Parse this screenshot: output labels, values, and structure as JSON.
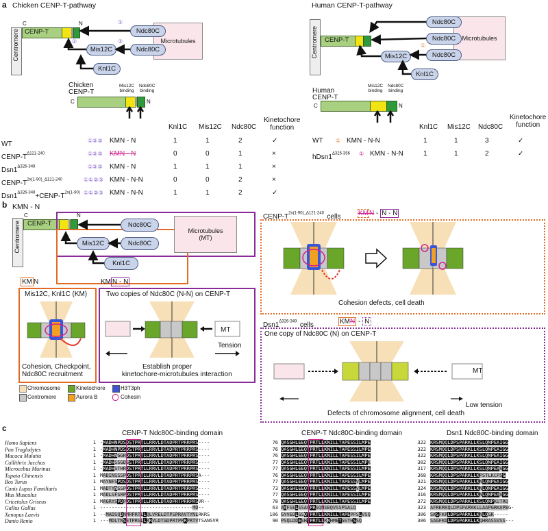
{
  "panel_a": {
    "label": "a",
    "chicken_title": "Chicken CENP-T-pathway",
    "human_title": "Human CENP-T-pathway",
    "centromere": "Centromere",
    "cenpt": "CENP-T",
    "c": "C",
    "n": "N",
    "ndc80c": "Ndc80C",
    "mis12c": "Mis12C",
    "knl1c": "Knl1C",
    "microtubules": "Microtubules",
    "circ1": "①",
    "circ2": "②",
    "circ3": "③",
    "chicken_cenpt_label1": "Chicken",
    "chicken_cenpt_label2": "CENP-T",
    "human_cenpt_label1": "Human",
    "human_cenpt_label2": "CENP-T",
    "mis12c_binding1": "Mis12C",
    "mis12c_binding2": "binding",
    "ndc80c_binding1": "Ndc80C",
    "ndc80c_binding2": "binding",
    "col_knl1c": "Knl1C",
    "col_mis12c": "Mis12C",
    "col_ndc80c": "Ndc80C",
    "col_kf1": "Kinetochore",
    "col_kf2": "function",
    "chicken_rows": [
      {
        "name": "WT",
        "sup": "",
        "circles": "①②③",
        "kmn": "KMN - N",
        "knl1c": "1",
        "mis12c": "1",
        "ndc80c": "2",
        "func": "✓"
      },
      {
        "name": "CENP-T",
        "sup": "Δ121-240",
        "circles": "①②③",
        "kmn": "KMN - N",
        "knl1c": "0",
        "mis12c": "0",
        "ndc80c": "1",
        "func": "×"
      },
      {
        "name": "Dsn1",
        "sup": "Δ326-349",
        "circles": "①②③",
        "kmn": "KMN - N",
        "knl1c": "1",
        "mis12c": "1",
        "ndc80c": "1",
        "func": "×"
      },
      {
        "name": "CENP-T",
        "sup": "2x(1-90)_Δ121-240",
        "circles": "①①②③",
        "kmn": "KMN - N-N",
        "knl1c": "0",
        "mis12c": "0",
        "ndc80c": "2",
        "func": "×"
      },
      {
        "name": "Dsn1",
        "sup": "Δ326-349",
        "name2": "+CENP-T",
        "sup2": "2x(1-90)",
        "circles": "①①②③",
        "kmn": "KMN - N-N",
        "knl1c": "1",
        "mis12c": "1",
        "ndc80c": "2",
        "func": "✓"
      }
    ],
    "human_rows": [
      {
        "name": "WT",
        "sup": "",
        "circles": "①",
        "kmn": "KMN - N-N",
        "knl1c": "1",
        "mis12c": "1",
        "ndc80c": "3",
        "func": "✓"
      },
      {
        "name": "hDsn1",
        "sup": "Δ325-356",
        "circles": "①",
        "kmn": "KMN - N-N",
        "knl1c": "1",
        "mis12c": "1",
        "ndc80c": "2",
        "func": "✓"
      }
    ]
  },
  "panel_b": {
    "label": "b",
    "title": "KMN - N",
    "microtubules1": "Microtubules",
    "microtubules2": "(MT)",
    "km_title_a": "KM",
    "km_title_b": "N - N",
    "kmnn_title_a": "KM",
    "kmnn_title_b": "N - N",
    "km_desc": "Mis12C, Knl1C (KM)",
    "km_caption1": "Cohesion, Checkpoint,",
    "km_caption2": "Ndc80C recruitment",
    "nn_desc": "Two copies of Ndc80C (N-N) on CENP-T",
    "mt": "MT",
    "tension": "Tension",
    "establish1": "Establish proper",
    "establish2": "kinetochore-microtubules interaction",
    "cenpt_cells": "CENP-T",
    "cenpt_cells_sup": "2x(1-90)_Δ121-240",
    "cells": "cells",
    "cohesion_defects": "Cohesion defects, cell death",
    "dsn1_cells": "Dsn1",
    "dsn1_cells_sup": "Δ326-349",
    "one_copy": "One copy of Ndc80C (N) on CENP-T",
    "low_tension": "Low tension",
    "defects": "Defects of chromosome alignment, cell death",
    "legend": [
      "Chromosome",
      "Kinetochore",
      "H3T3ph",
      "Centromere",
      "Aurora B",
      "Cohesin"
    ]
  },
  "panel_c": {
    "label": "c",
    "titles": [
      "CENP-T Ndc80C-binding domain",
      "CENP-T Ndc80C-binding domain",
      "Dsn1 Ndc80C-binding domain"
    ],
    "species": [
      "Homo Sapiens",
      "Pan Troglodytes",
      "Macaca Mulatta",
      "Callithrix Jacchus",
      "Microcebus Murinus",
      "Tupaia Chinensis",
      "Bos Turus",
      "Canis Lupus Familiaris",
      "Mus Musculus",
      "Cricetulus Griseus",
      "Gallus Gallus",
      "Xenopus Laevis",
      "Danio Renio"
    ],
    "n1": [
      "1",
      "1",
      "1",
      "1",
      "1",
      "1",
      "1",
      "1",
      "1",
      "1",
      "1",
      "1",
      "1"
    ],
    "s1": [
      "-MADHNPDSDSTPRTLLRRVLDTADPRTPRRPRS----",
      "-MADHNPDSDSTPRTLLRRVLDTADPRTPRRPRS----",
      "-MADHNGGRDSTPRTLLRRVLDTADPRTPRRPRS----",
      "-MADHSSGDSSTPRTLLRRVLDTADPRTPRRPRS----",
      "-MADHSTHRDSTPRTLLRRVLDTADPRTPRRPRS----",
      "MADINSSSPDSTPRTLLRRVLDTADPRTPRRPRSA---",
      "MAYNFSPDSDSTPRTLLRRVLDTADPRTPRRPRS----",
      "MADTYNSSPDSTPRTLLRRVLDTADPRTPRRPRS----",
      "MADLSFSRPDSTPRTLLRRVLDTADPRTPRRPRS----",
      "MAGRYSPDPDSTPRTLLRRVLDTADPRTPRRPRSVR--",
      "--------------------------------MD--",
      "--MADSQDNMRPRTLLQLVRELDTPSPRAVTYNLRKRS",
      "---MDLTNSETPRSLLRRVLDTGDPRTPRRPRTVTSANSVR"
    ],
    "n2": [
      "76",
      "76",
      "76",
      "77",
      "77",
      "76",
      "77",
      "73",
      "77",
      "78",
      "63",
      "106",
      "90"
    ],
    "s2": [
      "QASGHLEEQTPRTLLKNILLTAPESSILMPE",
      "QASGHLEEQTPRTLLKNILLTAPESSILMPE",
      "QASGHLEEQTPRTLLKNILLTAPESSILMPE",
      "QASGHLEEQTPRTLLKNILLTAPESSILMPK",
      "QASGHLEEQTPRTLLKNILLTAPESSILMPE",
      "QASGHLEEQTPRTLLKNILLTAPESSILMPE",
      "QASGHLEEQTPRTLLKNILLTAPESSVLMPE",
      "QASGHLEEQTPRTLLKNILLTAPESSVLMPE",
      "QASGHLEEQTPRTLLKNILLTAPESSILMPE",
      "QASGHLEEQTPRTLLKNILLTAPESSILMPE",
      "AAFSELSSAQPRSQNSEQVSSPSALQ",
      "GYVEDLGSQTPRTLLKNILLTAPEPPSLVSQ",
      "PSQLDDESHTPRTLLRNHMETGSTHSSQ"
    ],
    "n3": [
      "322",
      "322",
      "322",
      "302",
      "317",
      "368",
      "321",
      "324",
      "316",
      "372",
      "323",
      "306",
      "306"
    ],
    "s3": [
      "KRSMQQLDPSPARKLLKSLQNPEAIGG",
      "KRSMQQLDPSPARKLLKSLQNPEAIGG",
      "KRSMQQLDPSPARKLLKSLQNPEAIGG",
      "KRSMQQLDPSPARKLLKSLQNPEAIGG",
      "KRSMQQLDPSPARKLLKSLQNPEAAGG",
      "KRSMQQLDPSPARKLLKPSTLKCPSG",
      "KRSMQQLDPSPARKLLKNLQNPEAIGG",
      "KRSMQQLDPSPARKLLKNLQNPEAIGG",
      "KRSMQQLDPSPARKLLKNLQNPEAAGG",
      "KRSMQQLDPSPARKLLKSLQNPKSTRQ",
      "AFRKRKQLDPSPARKKLLAAPGRKAPEG-",
      "SKSFKPLDPSPARKLLKNLQGK-----",
      "SAGFKDLDPSPARKLLKQHRASSVSS---"
    ]
  }
}
